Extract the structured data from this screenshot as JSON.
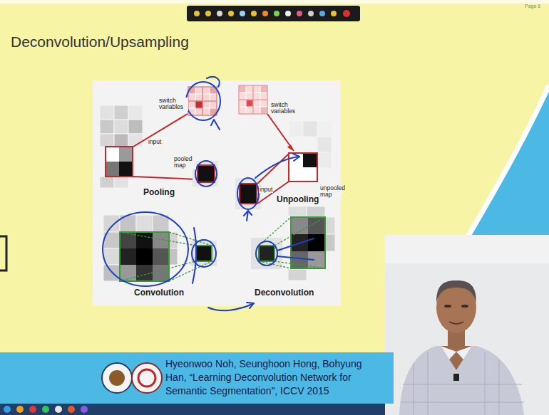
{
  "diagram": {
    "title": "Deconvolution/Upsampling",
    "nodes": [
      {
        "text": [
          "Hyeonwoo Noh, Seunghoon Hong, Bohyung Han, “Learning Deconvolution Network for Semantic Segmentation”, ICCV 2015"
        ]
      }
    ],
    "labels": [
      "Page 6",
      "switch variables",
      "input",
      "pooled map",
      "Pooling",
      "switch variables",
      "input",
      "unpooled map",
      "Unpooling",
      "Convolution",
      "Deconvolution"
    ]
  }
}
